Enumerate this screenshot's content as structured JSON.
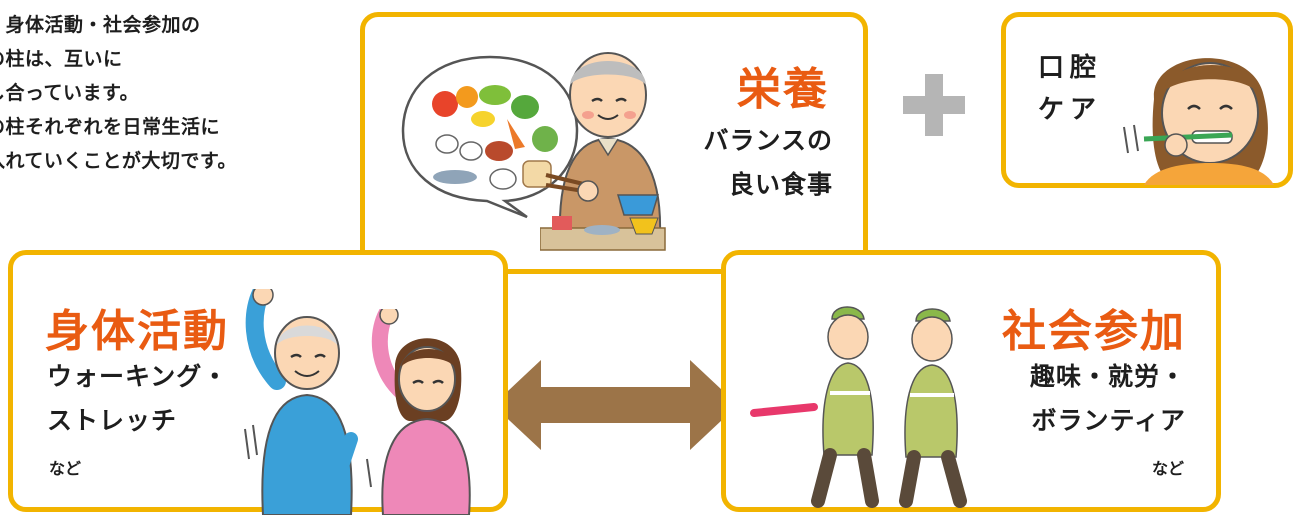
{
  "intro": {
    "lines": [
      "・身体活動・社会参加の",
      "の柱は、互いに",
      "し合っています。",
      "の柱それぞれを日常生活に",
      "入れていくことが大切です。"
    ]
  },
  "nutrition": {
    "title": "栄養",
    "desc_line1": "バランスの",
    "desc_line2": "良い食事"
  },
  "oral": {
    "line1": "口腔",
    "line2": "ケア"
  },
  "plus": {
    "icon": "plus-icon",
    "color": "#b5b5b5"
  },
  "physical": {
    "title": "身体活動",
    "desc_line1": "ウォーキング・",
    "desc_line2": "ストレッチ",
    "note": "など"
  },
  "social": {
    "title": "社会参加",
    "desc_line1": "趣味・就労・",
    "desc_line2": "ボランティア",
    "note": "など"
  },
  "colors": {
    "border": "#f2b400",
    "title": "#e95b12",
    "arrow": "#9c7448"
  }
}
